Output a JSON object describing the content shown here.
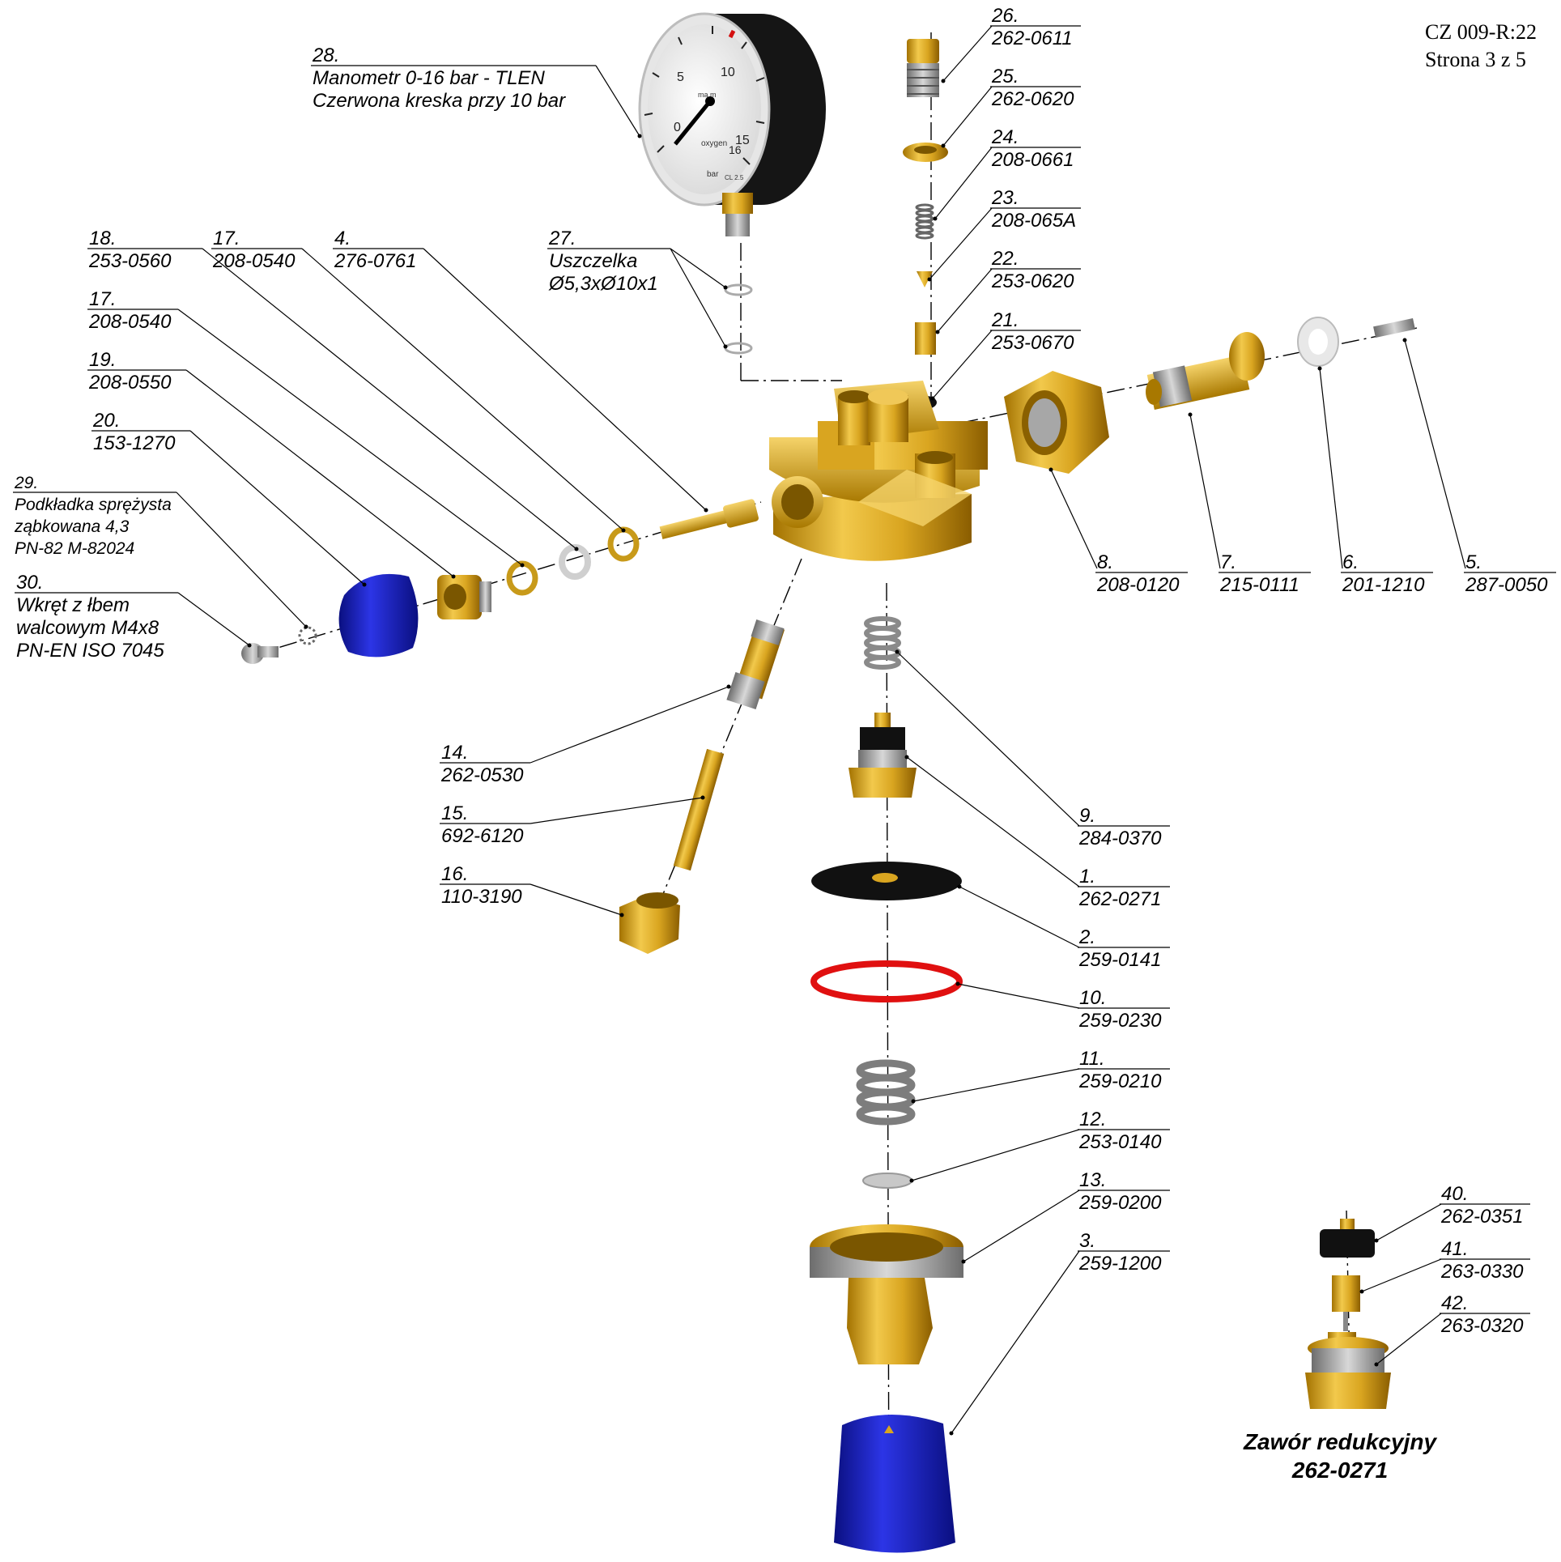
{
  "header": {
    "doc_code": "CZ 009-R:22",
    "page_info": "Strona 3 z 5"
  },
  "callouts": [
    {
      "id": "28",
      "num": "28.",
      "lines": [
        "Manometr 0-16 bar - TLEN",
        "Czerwona kreska przy 10 bar"
      ]
    },
    {
      "id": "26",
      "num": "26.",
      "lines": [
        "262-0611"
      ]
    },
    {
      "id": "25",
      "num": "25.",
      "lines": [
        "262-0620"
      ]
    },
    {
      "id": "24",
      "num": "24.",
      "lines": [
        "208-0661"
      ]
    },
    {
      "id": "23",
      "num": "23.",
      "lines": [
        "208-065A"
      ]
    },
    {
      "id": "22",
      "num": "22.",
      "lines": [
        "253-0620"
      ]
    },
    {
      "id": "21",
      "num": "21.",
      "lines": [
        "253-0670"
      ]
    },
    {
      "id": "27",
      "num": "27.",
      "lines": [
        "Uszczelka",
        "Ø5,3xØ10x1"
      ]
    },
    {
      "id": "18",
      "num": "18.",
      "lines": [
        "253-0560"
      ]
    },
    {
      "id": "17a",
      "num": "17.",
      "lines": [
        "208-0540"
      ]
    },
    {
      "id": "4",
      "num": "4.",
      "lines": [
        "276-0761"
      ]
    },
    {
      "id": "17b",
      "num": "17.",
      "lines": [
        "208-0540"
      ]
    },
    {
      "id": "19",
      "num": "19.",
      "lines": [
        "208-0550"
      ]
    },
    {
      "id": "20",
      "num": "20.",
      "lines": [
        "153-1270"
      ]
    },
    {
      "id": "29",
      "num": "29.",
      "lines": [
        "Podkładka sprężysta",
        "ząbkowana 4,3",
        "PN-82 M-82024"
      ]
    },
    {
      "id": "30",
      "num": "30.",
      "lines": [
        "Wkręt z łbem",
        "walcowym M4x8",
        "PN-EN ISO 7045"
      ]
    },
    {
      "id": "8",
      "num": "8.",
      "lines": [
        "208-0120"
      ]
    },
    {
      "id": "7",
      "num": "7.",
      "lines": [
        "215-0111"
      ]
    },
    {
      "id": "6",
      "num": "6.",
      "lines": [
        "201-1210"
      ]
    },
    {
      "id": "5",
      "num": "5.",
      "lines": [
        "287-0050"
      ]
    },
    {
      "id": "14",
      "num": "14.",
      "lines": [
        "262-0530"
      ]
    },
    {
      "id": "15",
      "num": "15.",
      "lines": [
        "692-6120"
      ]
    },
    {
      "id": "16",
      "num": "16.",
      "lines": [
        "110-3190"
      ]
    },
    {
      "id": "9",
      "num": "9.",
      "lines": [
        "284-0370"
      ]
    },
    {
      "id": "1",
      "num": "1.",
      "lines": [
        "262-0271"
      ]
    },
    {
      "id": "2",
      "num": "2.",
      "lines": [
        "259-0141"
      ]
    },
    {
      "id": "10",
      "num": "10.",
      "lines": [
        "259-0230"
      ]
    },
    {
      "id": "11",
      "num": "11.",
      "lines": [
        "259-0210"
      ]
    },
    {
      "id": "12",
      "num": "12.",
      "lines": [
        "253-0140"
      ]
    },
    {
      "id": "13",
      "num": "13.",
      "lines": [
        "259-0200"
      ]
    },
    {
      "id": "3",
      "num": "3.",
      "lines": [
        "259-1200"
      ]
    },
    {
      "id": "40",
      "num": "40.",
      "lines": [
        "262-0351"
      ]
    },
    {
      "id": "41",
      "num": "41.",
      "lines": [
        "263-0330"
      ]
    },
    {
      "id": "42",
      "num": "42.",
      "lines": [
        "263-0320"
      ]
    }
  ],
  "gauge": {
    "ticks": [
      "0",
      "5",
      "10",
      "15",
      "16"
    ],
    "unit": "bar",
    "brand": "oxygen",
    "class": "CL 2.5",
    "top_text": "ma  m"
  },
  "detail_caption": {
    "title": "Zawór redukcyjny",
    "part": "262-0271"
  },
  "colors": {
    "brass": "#d4a017",
    "brass_dark": "#9a6b00",
    "blue_knob": "#1a1fc8",
    "black": "#111111",
    "red_oring": "#e01010",
    "spring_grey": "#8a8a8a"
  }
}
